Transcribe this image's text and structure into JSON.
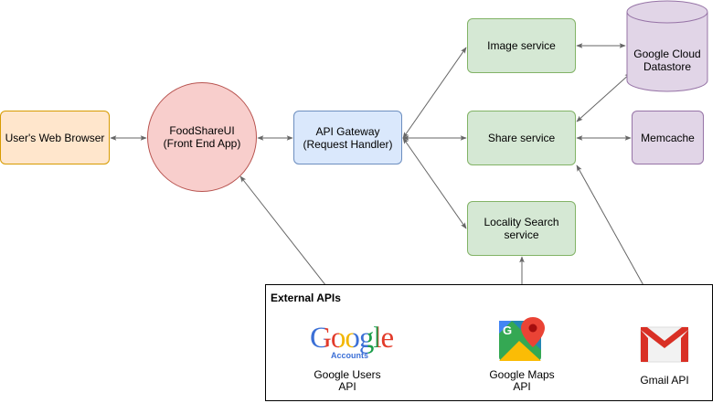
{
  "nodes": {
    "browser": "User's Web Browser",
    "ui": "FoodShareUI\n(Front End App)",
    "gateway": "API Gateway\n(Request Handler)",
    "image_service": "Image service",
    "share_service": "Share service",
    "locality_service": "Locality Search\nservice",
    "datastore": "Google Cloud\nDatastore",
    "memcache": "Memcache"
  },
  "external": {
    "title": "External APIs",
    "google_users": "Google Users\nAPI",
    "google_maps": "Google Maps\nAPI",
    "gmail": "Gmail API",
    "google_logo_text": "Google",
    "google_logo_sub": "Accounts",
    "maps_letter": "G"
  },
  "colors": {
    "edge": "#666666",
    "google_blue": "#4285f4",
    "google_red": "#ea4335",
    "google_yellow": "#fbbc05",
    "google_green": "#34a853",
    "gmail_red": "#d93025"
  }
}
